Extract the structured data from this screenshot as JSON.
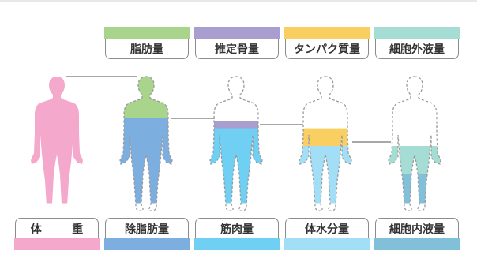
{
  "top_labels": [
    {
      "label": "脂肪量",
      "color": "#a8d58b"
    },
    {
      "label": "推定骨量",
      "color": "#a89fd0"
    },
    {
      "label": "タンパク質量",
      "color": "#f8cf60"
    },
    {
      "label": "細胞外液量",
      "color": "#a5ddd5"
    }
  ],
  "bottom_labels": [
    {
      "label": "体 重",
      "color": "#f3a8cc"
    },
    {
      "label": "除脂肪量",
      "color": "#7daee0"
    },
    {
      "label": "筋肉量",
      "color": "#6fd0f4"
    },
    {
      "label": "体水分量",
      "color": "#a3def7"
    },
    {
      "label": "細胞内液量",
      "color": "#82bfd8"
    }
  ],
  "figures": [
    {
      "name": "weight",
      "layers": [
        {
          "color": "#f3a8cc",
          "from": 0,
          "to": 1
        }
      ]
    },
    {
      "name": "lean-mass",
      "layers": [
        {
          "color": "#a8d58b",
          "from": 0,
          "to": 0.33
        },
        {
          "color": "#7daee0",
          "from": 0.33,
          "to": 1
        }
      ]
    },
    {
      "name": "muscle-mass",
      "layers": [
        {
          "color": "#a89fd0",
          "from": 0.35,
          "to": 0.41
        },
        {
          "color": "#6fd0f4",
          "from": 0.41,
          "to": 1
        }
      ]
    },
    {
      "name": "body-water",
      "layers": [
        {
          "color": "#f8cf60",
          "from": 0.41,
          "to": 0.55
        },
        {
          "color": "#a3def7",
          "from": 0.55,
          "to": 1
        }
      ]
    },
    {
      "name": "intracellular-water",
      "layers": [
        {
          "color": "#a5ddd5",
          "from": 0.55,
          "to": 0.77
        },
        {
          "color": "#82bfd8",
          "from": 0.77,
          "to": 1
        }
      ]
    }
  ],
  "colors": {
    "outline": "#9a9a9a",
    "connector": "#8c8c8c"
  }
}
